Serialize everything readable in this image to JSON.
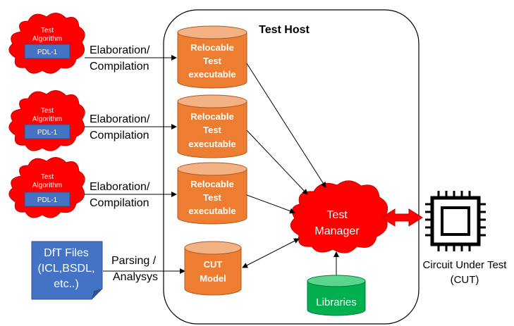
{
  "host": {
    "title": "Test Host"
  },
  "algorithms": [
    {
      "title_line1": "Test",
      "title_line2": "Algorithm",
      "tag": "PDL-1",
      "step_line1": "Elaboration/",
      "step_line2": "Compilation"
    },
    {
      "title_line1": "Test",
      "title_line2": "Algorithm",
      "tag": "PDL-1",
      "step_line1": "Elaboration/",
      "step_line2": "Compilation"
    },
    {
      "title_line1": "Test",
      "title_line2": "Algorithm",
      "tag": "PDL-1",
      "step_line1": "Elaboration/",
      "step_line2": "Compilation"
    }
  ],
  "executables": [
    {
      "line1": "Relocable",
      "line2": "Test",
      "line3": "executable"
    },
    {
      "line1": "Relocable",
      "line2": "Test",
      "line3": "executable"
    },
    {
      "line1": "Relocable",
      "line2": "Test",
      "line3": "executable"
    }
  ],
  "dft": {
    "line1": "DfT Files",
    "line2": "(ICL,BSDL,",
    "line3": "etc..)"
  },
  "parsing": {
    "line1": "Parsing /",
    "line2": "Analysys"
  },
  "cut_model": {
    "line1": "CUT",
    "line2": "Model"
  },
  "manager": {
    "line1": "Test",
    "line2": "Manager"
  },
  "libraries": {
    "label": "Libraries"
  },
  "cut": {
    "line1": "Circuit Under Test",
    "line2": "(CUT)"
  },
  "colors": {
    "cloud": "#ff0000",
    "pdl_box": "#4472c4",
    "cylinder": "#ed7d31",
    "libraries": "#00b050",
    "arrow_double": "#ff0000"
  }
}
